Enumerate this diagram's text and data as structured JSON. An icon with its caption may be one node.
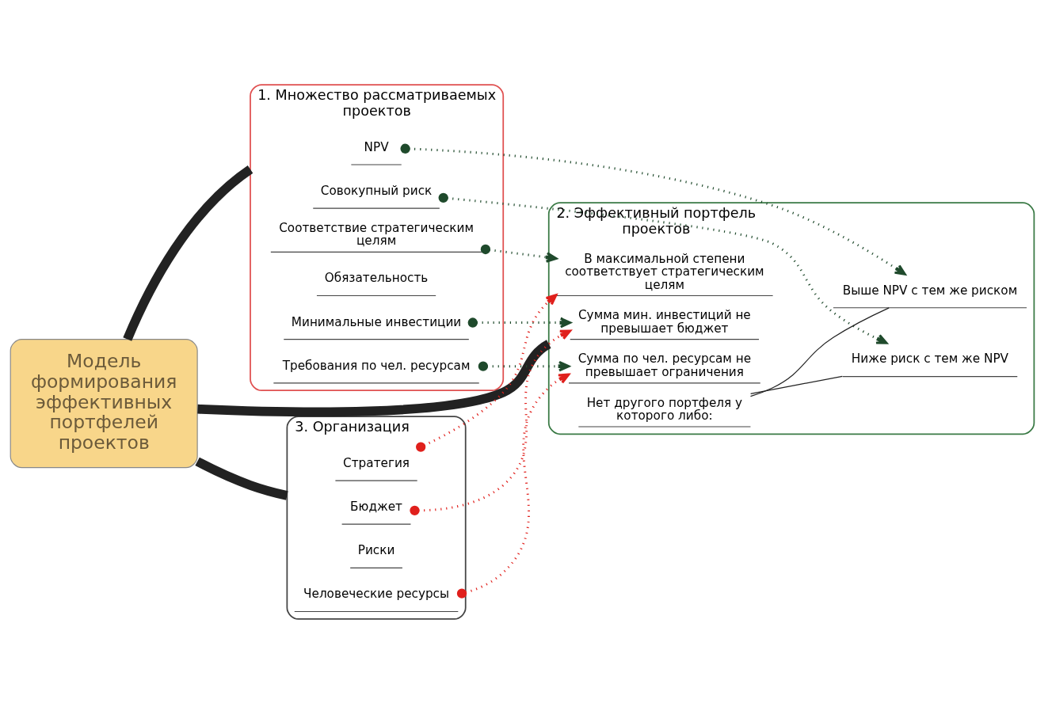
{
  "diagram": {
    "nodes": [
      {
        "text": [
          "Модель формирования эффективных портфелей проектов"
        ]
      },
      {
        "text": [
          "1. Множество рассматриваемых проектов"
        ]
      },
      {
        "text": [
          "NPV"
        ],
        "in": 1
      },
      {
        "text": [
          "Совокупный риск"
        ],
        "in": 1
      },
      {
        "text": [
          "Соответствие стратегическим целям"
        ],
        "in": 1
      },
      {
        "text": [
          "Обязательность"
        ],
        "in": 1
      },
      {
        "text": [
          "Минимальные инвестиции"
        ],
        "in": 1
      },
      {
        "text": [
          "Требования по чел. ресурсам"
        ],
        "in": 1
      },
      {
        "text": [
          "2. Эффективный портфель проектов"
        ]
      },
      {
        "text": [
          "Сумма мин. инвестиций не превышает бюджет"
        ],
        "in": 8
      },
      {
        "text": [
          "Сумма по чел. ресурсам не превышает ограничения"
        ],
        "in": 8
      },
      {
        "text": [
          "В максимальной степени соответствует стратегическим целям"
        ],
        "in": 8
      },
      {
        "text": [
          "Нет другого портфеля у которого либо:"
        ],
        "in": 8
      },
      {
        "text": [
          "Выше NPV с тем же риском"
        ],
        "in": 8
      },
      {
        "text": [
          "Ниже риск с тем же NPV"
        ],
        "in": 8
      },
      {
        "text": [
          "3. Организация"
        ]
      },
      {
        "text": [
          "Бюджет"
        ],
        "in": 15
      },
      {
        "text": [
          "Человеческие ресурсы"
        ],
        "in": 15
      },
      {
        "text": [
          "Риски"
        ],
        "in": 15
      },
      {
        "text": [
          "Стратегия"
        ],
        "in": 15
      }
    ],
    "edges": [
      {
        "from": 0,
        "to": 1,
        "arrow": "none",
        "style": "thick"
      },
      {
        "from": 0,
        "to": 8,
        "arrow": "none",
        "style": "thick"
      },
      {
        "from": 0,
        "to": 15,
        "arrow": "none",
        "style": "thick"
      },
      {
        "from": 12,
        "to": 13,
        "arrow": "none"
      },
      {
        "from": 12,
        "to": 14,
        "arrow": "none"
      },
      {
        "from": 2,
        "to": 13,
        "arrow": "to",
        "style": "dashed",
        "color": "#1f4a2c"
      },
      {
        "from": 3,
        "to": 14,
        "arrow": "to",
        "style": "dashed",
        "color": "#1f4a2c"
      },
      {
        "from": 4,
        "to": 11,
        "arrow": "to",
        "style": "dashed",
        "color": "#1f4a2c"
      },
      {
        "from": 6,
        "to": 9,
        "arrow": "to",
        "style": "dashed",
        "color": "#1f4a2c"
      },
      {
        "from": 7,
        "to": 10,
        "arrow": "to",
        "style": "dashed",
        "color": "#1f4a2c"
      },
      {
        "from": 16,
        "to": 9,
        "arrow": "to",
        "style": "dashed",
        "color": "#e0201c"
      },
      {
        "from": 17,
        "to": 10,
        "arrow": "to",
        "style": "dashed",
        "color": "#e0201c"
      },
      {
        "from": 19,
        "to": 11,
        "arrow": "to",
        "style": "dashed",
        "color": "#e0201c"
      }
    ]
  }
}
